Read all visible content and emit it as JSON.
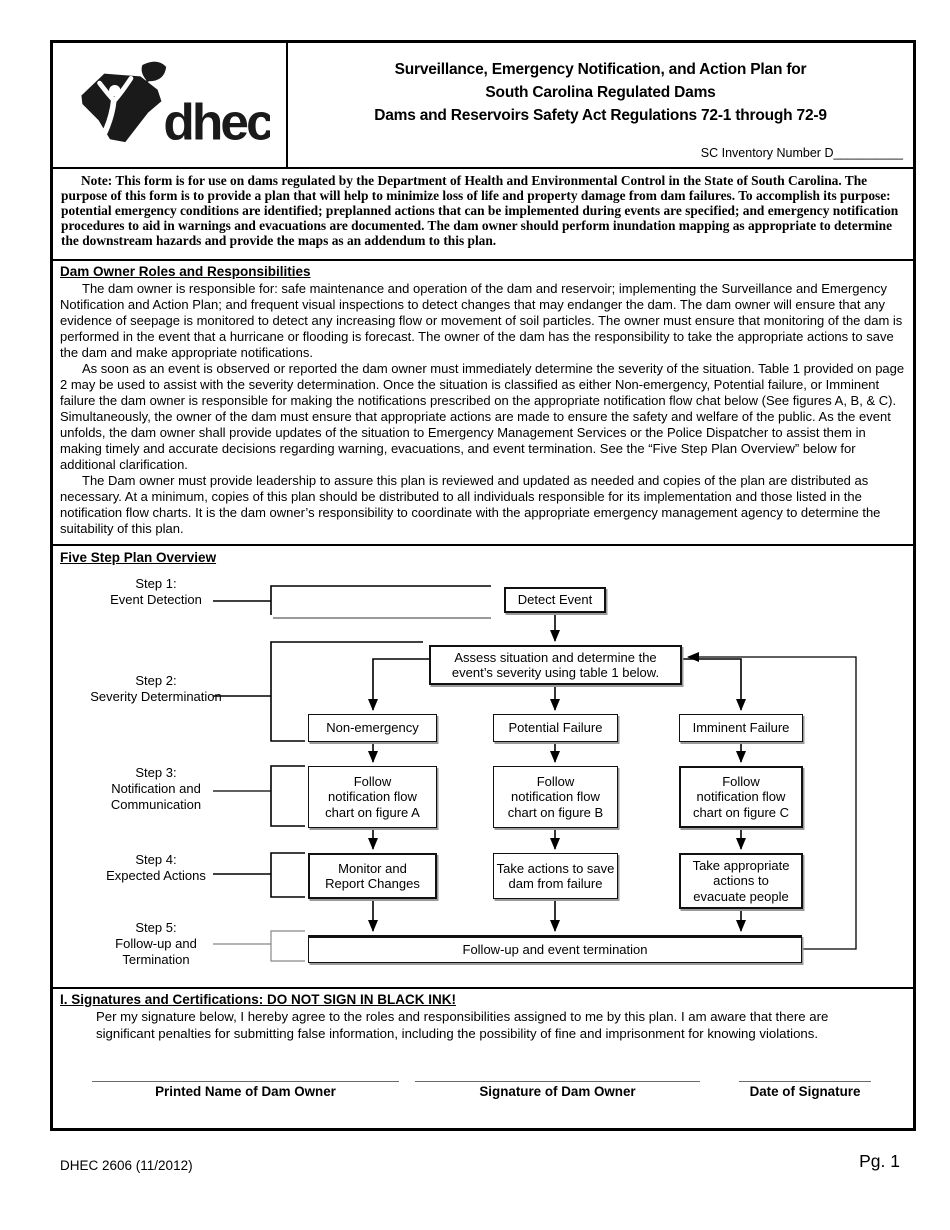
{
  "colors": {
    "ink": "#000000",
    "shadow_gray": "#9a9a9a",
    "line_gray": "#888888"
  },
  "header": {
    "logo_text": "dhec",
    "title_line1": "Surveillance, Emergency Notification, and Action Plan for",
    "title_line2": "South Carolina Regulated Dams",
    "title_line3": "Dams and Reservoirs Safety Act Regulations 72-1 through 72-9",
    "inventory_label": "SC Inventory Number D__________"
  },
  "note": {
    "text": "Note:  This form is for use on dams regulated by the Department of Health and Environmental Control in the State of South Carolina. The purpose of this form is to provide a plan that will help to minimize loss of life and property damage from dam failures.  To accomplish its purpose: potential emergency conditions are identified; preplanned actions that can be implemented during events are specified; and emergency notification procedures to aid in warnings and evacuations are documented. The dam owner should perform inundation mapping as appropriate to determine the downstream hazards and provide the maps as an addendum to this plan."
  },
  "roles": {
    "heading": "Dam Owner Roles and Responsibilities",
    "paragraphs": [
      "The dam owner is responsible for: safe maintenance and operation of the dam and reservoir; implementing the Surveillance and Emergency Notification and Action Plan; and frequent visual inspections to detect changes that may endanger the dam. The dam owner will ensure that any evidence of seepage is monitored to detect any increasing flow or movement of soil particles. The owner must ensure that monitoring of the dam is performed in the event that a hurricane or flooding is forecast.  The owner of the dam has the responsibility to take the appropriate actions to save the dam and make appropriate notifications.",
      "As soon as an event is observed or reported the dam owner must immediately determine the severity of the situation. Table 1 provided on page 2 may be used to assist with the severity determination. Once the situation is classified as either Non-emergency, Potential failure, or Imminent failure the dam owner is responsible for making the notifications prescribed on the appropriate notification flow chat below (See figures A, B, & C).  Simultaneously, the owner of the dam must ensure that appropriate actions are made to ensure the safety and welfare of the public. As the event unfolds, the dam owner shall provide updates of the situation to Emergency Management Services or the Police Dispatcher to assist them in making timely and accurate decisions regarding warning, evacuations, and event termination. See the “Five Step Plan Overview” below for additional clarification.",
      "The Dam owner must provide leadership to assure this plan is reviewed and updated as needed and copies of the plan are distributed as necessary. At a minimum, copies of this plan should be distributed to all individuals responsible for its implementation and those listed in the notification flow charts. It is the dam owner’s responsibility to coordinate with the appropriate emergency management agency to determine the suitability of this plan."
    ]
  },
  "five_step": {
    "heading": "Five Step Plan Overview",
    "steps": [
      "Step 1:\nEvent Detection",
      "Step 2:\nSeverity Determination",
      "Step 3:\nNotification and\nCommunication",
      "Step 4:\nExpected Actions",
      "Step 5:\nFollow-up and\nTermination"
    ],
    "flowchart": {
      "detect_event": "Detect Event",
      "assess": "Assess situation and determine the event’s severity using table 1 below.",
      "non_emergency": "Non-emergency",
      "potential_failure": "Potential Failure",
      "imminent_failure": "Imminent Failure",
      "follow_a": "Follow\nnotification flow\nchart on figure A",
      "follow_b": "Follow\nnotification flow\nchart on figure B",
      "follow_c": "Follow\nnotification flow\nchart on figure C",
      "monitor": "Monitor and\nReport Changes",
      "save_dam": "Take actions to save\ndam from failure",
      "evacuate": "Take appropriate\nactions to\nevacuate people",
      "followup": "Follow-up and event termination"
    }
  },
  "signatures": {
    "heading": "I. Signatures and Certifications: DO NOT SIGN IN BLACK INK!",
    "paragraph": "Per my signature below, I hereby agree to the roles and responsibilities assigned to me by this plan. I am aware that there are significant penalties for submitting false information, including the possibility of fine and imprisonment for knowing violations.",
    "line1_label": "Printed Name of Dam Owner",
    "line2_label": "Signature of Dam Owner",
    "line3_label": "Date of Signature"
  },
  "footer": {
    "form_number": "DHEC 2606 (11/2012)",
    "page": "Pg. 1"
  }
}
